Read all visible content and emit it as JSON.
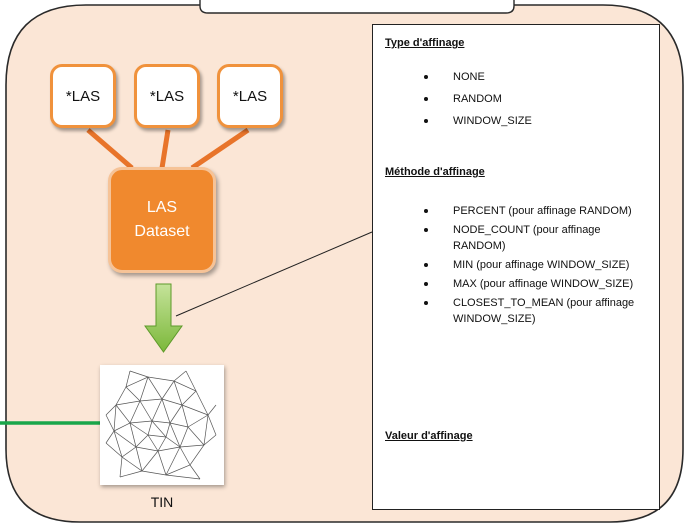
{
  "diagram": {
    "las_files": [
      "*LAS",
      "*LAS",
      "*LAS"
    ],
    "dataset": {
      "line1": "LAS",
      "line2": "Dataset"
    },
    "tin_label": "TIN",
    "colors": {
      "container_fill": "#fbe6d6",
      "container_border": "#2a2a2a",
      "las_border": "#f0923c",
      "connector": "#e8742a",
      "dataset_fill": "#f0892e",
      "arrow_fill": "#8dc63f",
      "green_line": "#1aa64a"
    }
  },
  "panel": {
    "type_title": "Type d'affinage",
    "type_items": [
      "NONE",
      "RANDOM",
      "WINDOW_SIZE"
    ],
    "methode_title": "Méthode d'affinage",
    "methode_items": [
      "PERCENT (pour affinage RANDOM)",
      "NODE_COUNT (pour affinage RANDOM)",
      "MIN (pour affinage WINDOW_SIZE)",
      "MAX (pour affinage WINDOW_SIZE)",
      "CLOSEST_TO_MEAN (pour affinage WINDOW_SIZE)"
    ],
    "valeur_title": "Valeur d'affinage"
  }
}
